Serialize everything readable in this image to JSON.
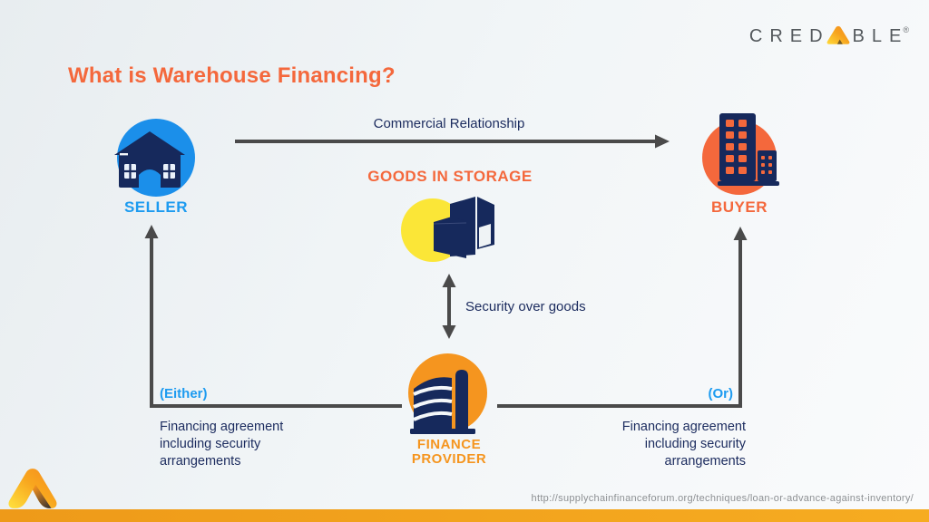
{
  "brand": {
    "wordmark_pre": "CRED",
    "wordmark_post": "BLE",
    "registered": "®"
  },
  "title": "What is Warehouse Financing?",
  "diagram": {
    "seller_label": "SELLER",
    "buyer_label": "BUYER",
    "goods_label": "GOODS IN STORAGE",
    "finance_provider_label": "FINANCE PROVIDER",
    "commercial_label": "Commercial Relationship",
    "security_label": "Security over goods",
    "either_label": "(Either)",
    "or_label": "(Or)",
    "notes": {
      "left": [
        "Financing agreement",
        "including security",
        "arrangements"
      ],
      "right": [
        "Financing agreement",
        "including security",
        "arrangements"
      ]
    }
  },
  "footer": {
    "source_url": "http://supplychainfinanceforum.org/techniques/loan-or-advance-against-inventory/"
  },
  "colors": {
    "title_orange": "#f4683c",
    "seller_blue": "#1b8fea",
    "label_blue": "#1d9bf0",
    "buyer_orange": "#f4683c",
    "goods_yellow": "#fbe637",
    "finance_amber": "#f5951f",
    "navy": "#1b2b5e",
    "arrow_gray": "#4a4a4a",
    "bottom_bar": "#f3a81f"
  }
}
